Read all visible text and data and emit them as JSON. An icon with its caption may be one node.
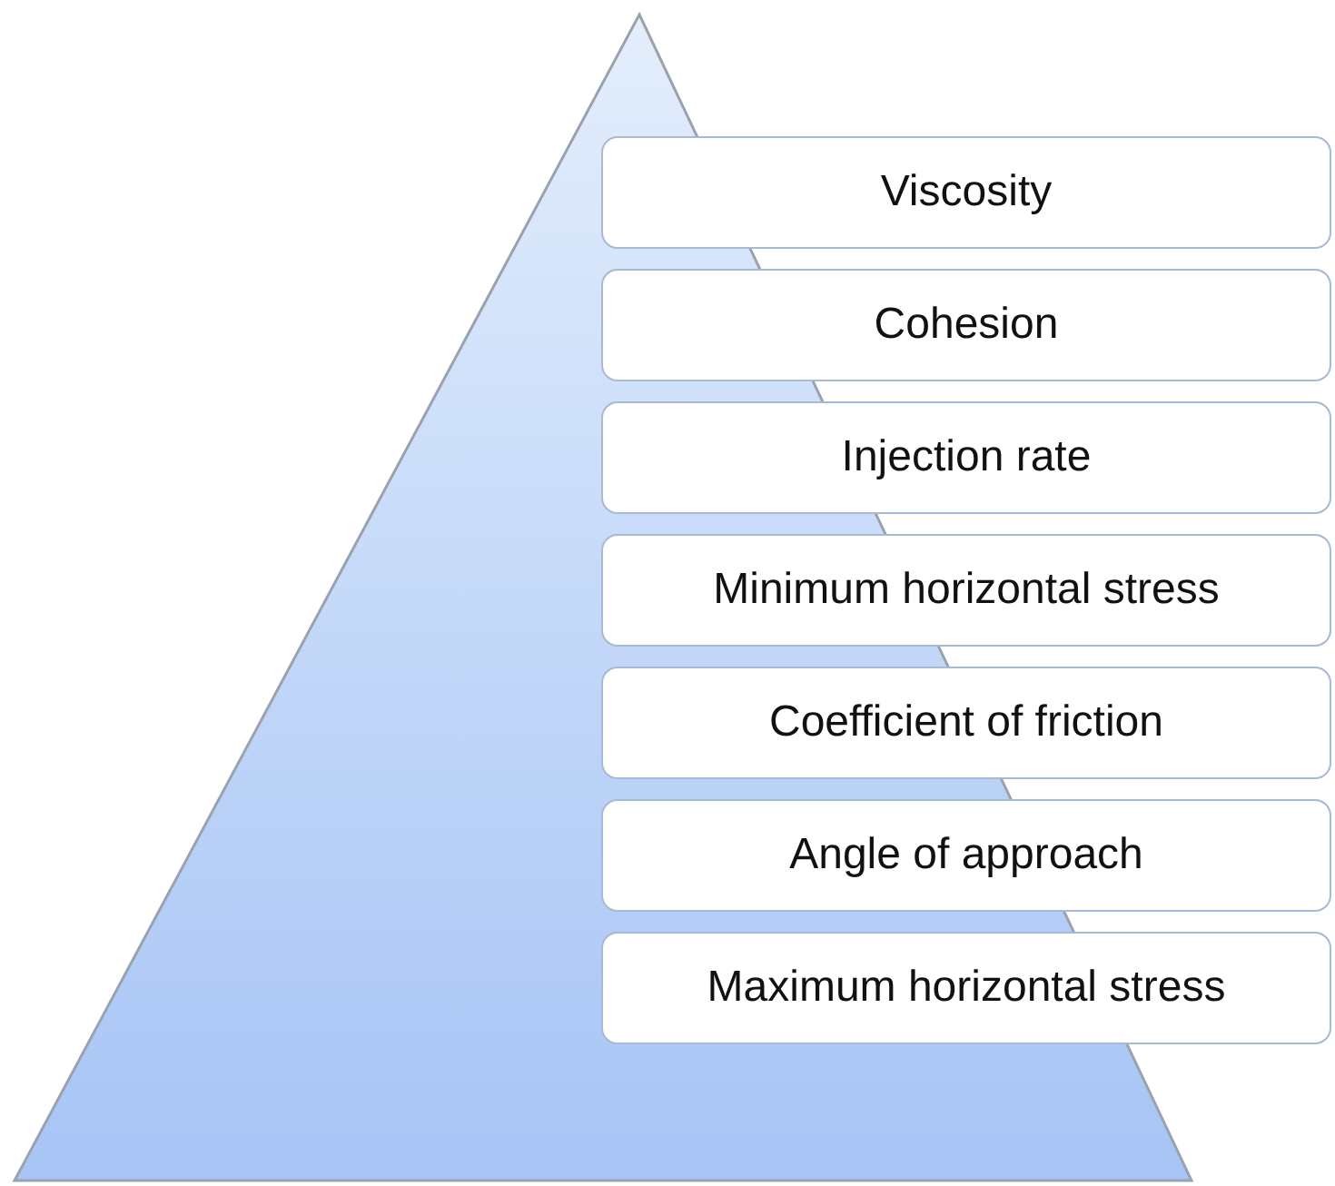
{
  "diagram": {
    "nodes": [
      {
        "text": [
          "Viscosity"
        ]
      },
      {
        "text": [
          "Cohesion"
        ]
      },
      {
        "text": [
          "Injection rate"
        ]
      },
      {
        "text": [
          "Minimum horizontal stress"
        ]
      },
      {
        "text": [
          "Coefficient of friction"
        ]
      },
      {
        "text": [
          "Angle of approach"
        ]
      },
      {
        "text": [
          "Maximum horizontal stress"
        ]
      }
    ]
  }
}
